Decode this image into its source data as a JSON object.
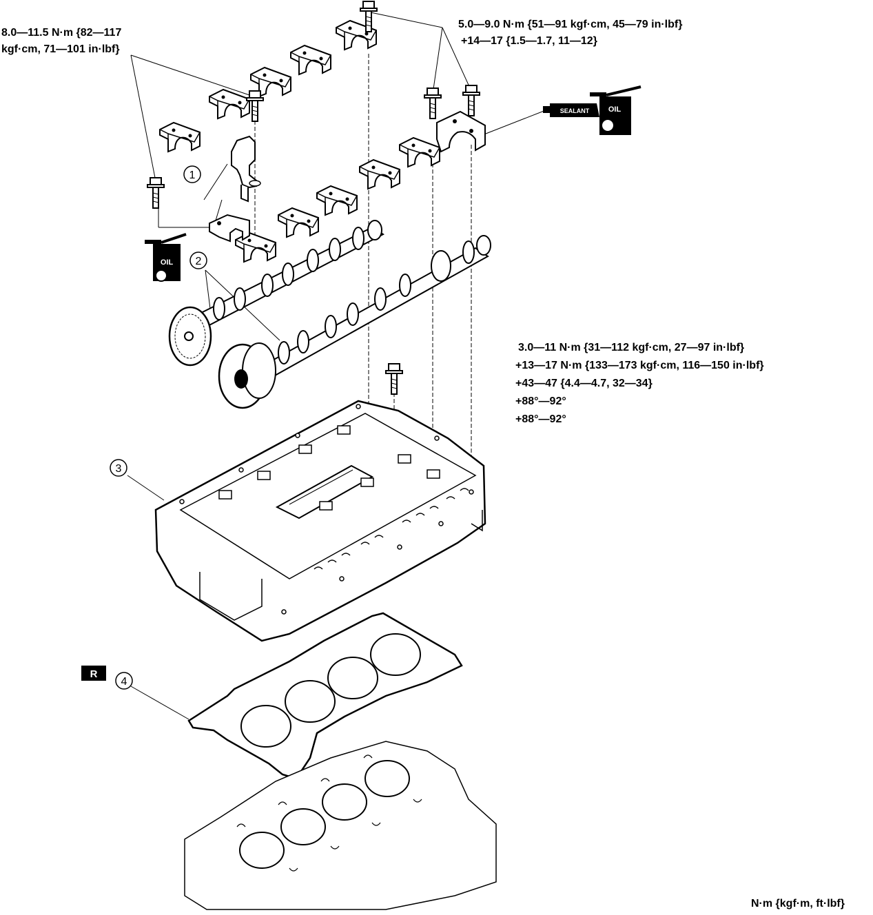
{
  "torque_specs": {
    "vsolenoid_bolt": [
      "8.0—11.5 N·m {82—117",
      "kgf·cm, 71—101 in·lbf}"
    ],
    "cap_bolt": [
      "5.0—9.0 N·m {51—91 kgf·cm, 45—79 in·lbf}",
      "+14—17 {1.5—1.7, 11—12}"
    ],
    "head_bolt": [
      "3.0—11 N·m {31—112 kgf·cm, 27—97 in·lbf}",
      "+13—17 N·m {133—173 kgf·cm, 116—150 in·lbf}",
      "+43—47 {4.4—4.7, 32—34}",
      "+88°—92°",
      "+88°—92°"
    ]
  },
  "callouts": [
    "1",
    "2",
    "3",
    "4"
  ],
  "badges": {
    "oil": "OIL",
    "sealant": "SEALANT",
    "replace": "R"
  },
  "units_note": "N·m {kgf·m, ft·lbf}",
  "icons": [
    "bolt-icon",
    "oil-can-icon",
    "sealant-tube-icon",
    "replace-part-icon"
  ]
}
